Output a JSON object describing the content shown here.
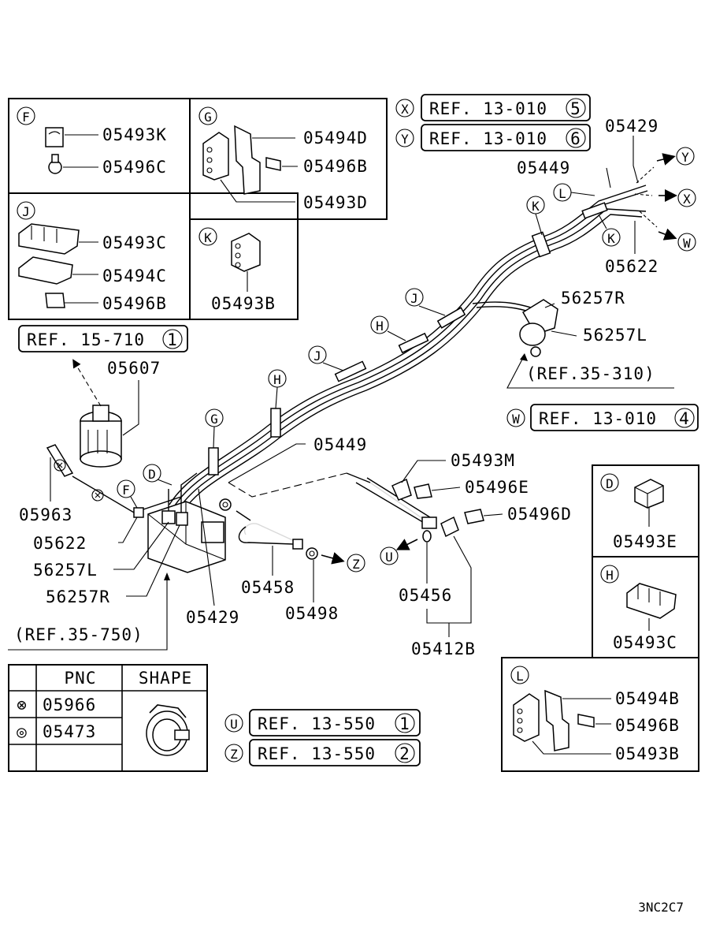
{
  "diagram_code": "3NC2C7",
  "refs": {
    "x": {
      "letter": "X",
      "text": "REF. 13-010",
      "num": "5"
    },
    "y": {
      "letter": "Y",
      "text": "REF. 13-010",
      "num": "6"
    },
    "w": {
      "letter": "W",
      "text": "REF. 13-010",
      "num": "4"
    },
    "r15": {
      "text": "REF. 15-710",
      "num": "1"
    },
    "u": {
      "letter": "U",
      "text": "REF. 13-550",
      "num": "1"
    },
    "z": {
      "letter": "Z",
      "text": "REF. 13-550",
      "num": "2"
    },
    "r35_310": "(REF.35-310)",
    "r35_750": "(REF.35-750)"
  },
  "detail_f": {
    "letter": "F",
    "parts": [
      "05493K",
      "05496C"
    ]
  },
  "detail_g": {
    "letter": "G",
    "parts": [
      "05494D",
      "05496B",
      "05493D"
    ]
  },
  "detail_j": {
    "letter": "J",
    "parts": [
      "05493C",
      "05494C",
      "05496B"
    ]
  },
  "detail_k": {
    "letter": "K",
    "parts": [
      "05493B"
    ]
  },
  "detail_d": {
    "letter": "D",
    "parts": [
      "05493E"
    ]
  },
  "detail_h": {
    "letter": "H",
    "parts": [
      "05493C"
    ]
  },
  "detail_l": {
    "letter": "L",
    "parts": [
      "05494B",
      "05496B",
      "05493B"
    ]
  },
  "main_labels": {
    "p05429a": "05429",
    "p05449a": "05449",
    "p05622a": "05622",
    "p56257R_a": "56257R",
    "p56257L_a": "56257L",
    "p05607": "05607",
    "p05963": "05963",
    "p05622b": "05622",
    "p56257L_b": "56257L",
    "p56257R_b": "56257R",
    "p05429b": "05429",
    "p05449b": "05449",
    "p05493M": "05493M",
    "p05496E": "05496E",
    "p05496D": "05496D",
    "p05458": "05458",
    "p05498": "05498",
    "p05456": "05456",
    "p05412B": "05412B"
  },
  "callouts": {
    "Y": "Y",
    "X": "X",
    "W": "W",
    "L": "L",
    "K1": "K",
    "K2": "K",
    "J1": "J",
    "J2": "J",
    "H1": "H",
    "H2": "H",
    "G": "G",
    "D": "D",
    "F": "F",
    "U": "U",
    "Z": "Z"
  },
  "pnc_table": {
    "headers": [
      "PNC",
      "SHAPE"
    ],
    "rows": [
      {
        "symbol": "⊗",
        "pnc": "05966"
      },
      {
        "symbol": "◎",
        "pnc": "05473"
      }
    ]
  }
}
